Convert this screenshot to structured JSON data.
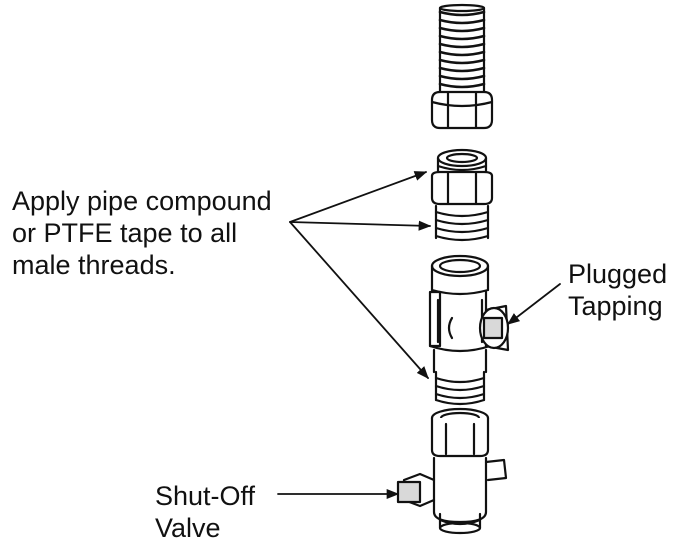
{
  "callouts": {
    "apply_compound": {
      "lines": [
        "Apply pipe compound",
        "or PTFE tape to all",
        "male threads."
      ]
    },
    "plugged_tapping": {
      "lines": [
        "Plugged",
        "Tapping"
      ]
    },
    "shut_off_valve": {
      "lines": [
        "Shut-Off",
        "Valve"
      ]
    }
  },
  "colors": {
    "line": "#111111",
    "background": "#ffffff",
    "shade": "#d9d9d9"
  }
}
